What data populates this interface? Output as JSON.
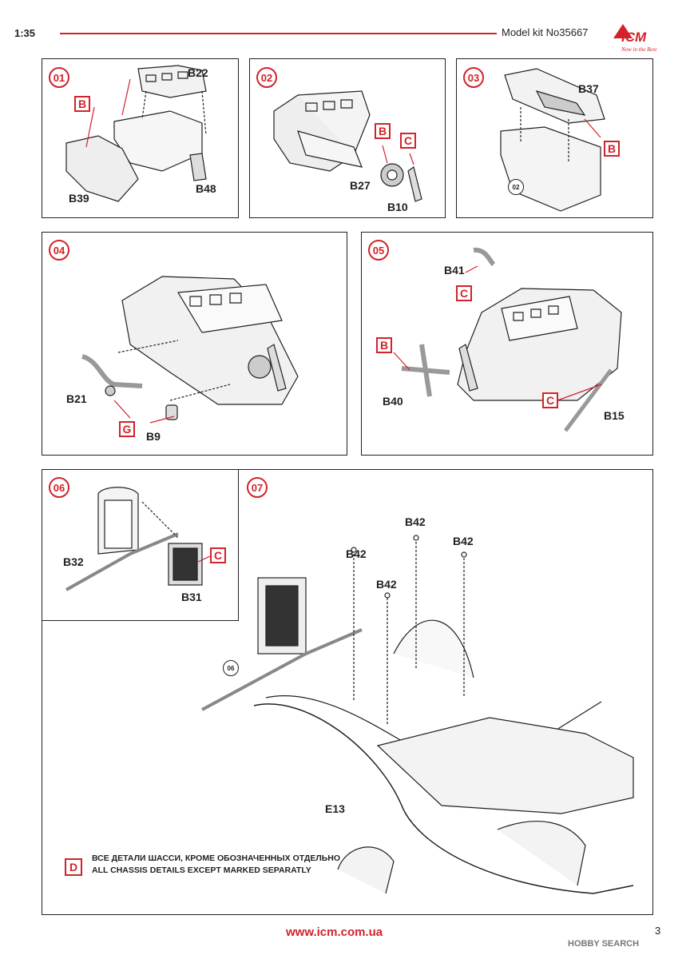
{
  "header": {
    "scale": "1:35",
    "kit": "Model kit No35667",
    "brand": "ICM",
    "brand_tagline": "Now in the Best"
  },
  "colors": {
    "accent": "#d2232a",
    "ink": "#231f20"
  },
  "steps": [
    {
      "num": "01",
      "parts": [
        "B22",
        "B39",
        "B48"
      ],
      "markers": [
        "B"
      ]
    },
    {
      "num": "02",
      "parts": [
        "B27",
        "B10"
      ],
      "markers": [
        "B",
        "C"
      ]
    },
    {
      "num": "03",
      "parts": [
        "B37"
      ],
      "markers": [
        "B"
      ],
      "ref": "02"
    },
    {
      "num": "04",
      "parts": [
        "B21",
        "B9"
      ],
      "markers": [
        "G"
      ]
    },
    {
      "num": "05",
      "parts": [
        "B41",
        "B40",
        "B15"
      ],
      "markers": [
        "C",
        "B",
        "C"
      ]
    },
    {
      "num": "06",
      "parts": [
        "B32",
        "B31"
      ],
      "markers": [
        "C"
      ]
    },
    {
      "num": "07",
      "parts": [
        "B42",
        "B42",
        "B42",
        "B42",
        "E13"
      ],
      "markers": [
        "D"
      ],
      "ref": "06"
    }
  ],
  "note": {
    "marker": "D",
    "line_ru": "ВСЕ ДЕТАЛИ ШАССИ, КРОМЕ ОБОЗНАЧЕННЫХ ОТДЕЛЬНО",
    "line_en": "ALL CHASSIS DETAILS EXCEPT MARKED SEPARATLY"
  },
  "footer": {
    "url": "www.icm.com.ua",
    "page": "3",
    "watermark": "HOBBY SEARCH"
  }
}
